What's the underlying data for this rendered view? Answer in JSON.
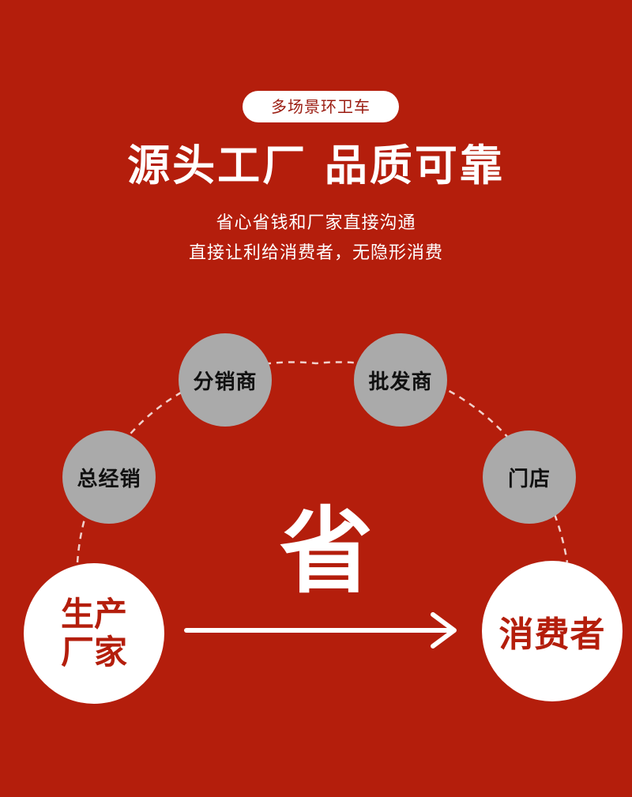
{
  "header": {
    "tag": "多场景环卫车",
    "headline": "源头工厂  品质可靠",
    "subtitle_line1": "省心省钱和厂家直接沟通",
    "subtitle_line2": "直接让利给消费者，无隐形消费"
  },
  "diagram": {
    "intermediaries": [
      "总经销",
      "分销商",
      "批发商",
      "门店"
    ],
    "producer_line1": "生产",
    "producer_line2": "厂家",
    "consumer": "消费者",
    "save_label": "省"
  },
  "colors": {
    "background": "#b41e0c",
    "node": "#aaaaaa",
    "white": "#ffffff",
    "accent": "#b41e0c"
  }
}
